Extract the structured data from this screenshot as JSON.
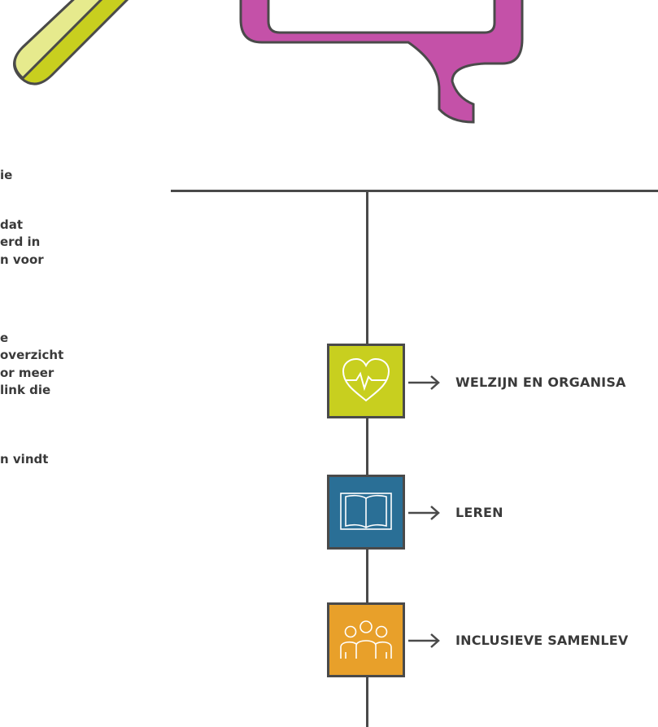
{
  "left_text": [
    "ie",
    "dat",
    "erd in",
    "n voor",
    "e",
    "overzicht",
    "or meer",
    "link die",
    "n vindt"
  ],
  "nodes": [
    {
      "label": "WELZIJN EN ORGANISA",
      "icon": "heart-pulse-icon",
      "color": "#c8cf1f"
    },
    {
      "label": "LEREN",
      "icon": "open-book-icon",
      "color": "#2a6f96"
    },
    {
      "label": "INCLUSIEVE SAMENLEV",
      "icon": "people-group-icon",
      "color": "#e8a02a"
    }
  ],
  "colors": {
    "line": "#4a4a4a",
    "pencil_light": "#e6ea8d",
    "pencil_dark": "#c8cf1f",
    "speech_bubble": "#c451a8"
  }
}
